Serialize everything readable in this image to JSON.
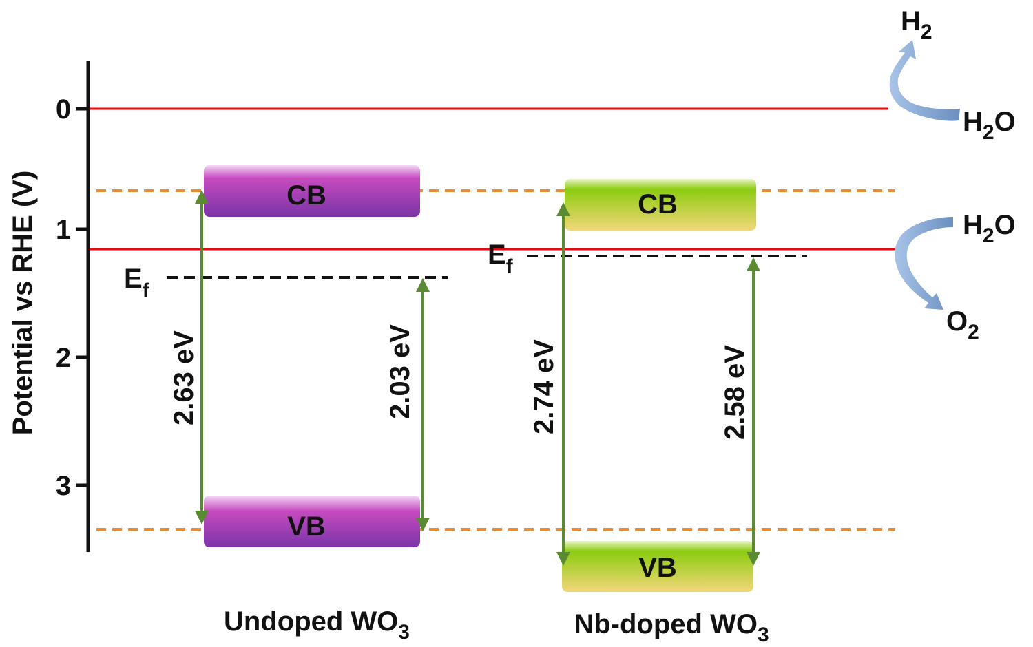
{
  "axis": {
    "ylabel": "Potential vs RHE (V)",
    "ticks": [
      "0",
      "1",
      "2",
      "3"
    ]
  },
  "reference_lines": {
    "h2_level": 0.0,
    "o2_level": 1.23,
    "dashed_cb_level": 0.65,
    "dashed_vb_level": 3.28,
    "colors": {
      "reference": "#ff0000",
      "dashed": "#f08a30"
    }
  },
  "materials": [
    {
      "name_main": "Undoped WO",
      "name_sub": "3",
      "cb_label": "CB",
      "vb_label": "VB",
      "ef_main": "E",
      "ef_sub": "f",
      "bandgap": "2.63 eV",
      "ef_gap": "2.03 eV",
      "colors": {
        "band": "#8e38ad",
        "band_light": "#c64bbf"
      }
    },
    {
      "name_main": "Nb-doped WO",
      "name_sub": "3",
      "cb_label": "CB",
      "vb_label": "VB",
      "ef_main": "E",
      "ef_sub": "f",
      "bandgap": "2.74 eV",
      "ef_gap": "2.58 eV",
      "colors": {
        "band": "#8ccc10",
        "band_light": "#f0d870"
      }
    }
  ],
  "reactions": {
    "h2": {
      "main": "H",
      "sub": "2",
      "tail": ""
    },
    "h2o_top": {
      "main": "H",
      "sub": "2",
      "tail": "O"
    },
    "h2o_bottom": {
      "main": "H",
      "sub": "2",
      "tail": "O"
    },
    "o2": {
      "main": "O",
      "sub": "2",
      "tail": ""
    }
  },
  "arrow_color": "#5a8a32"
}
